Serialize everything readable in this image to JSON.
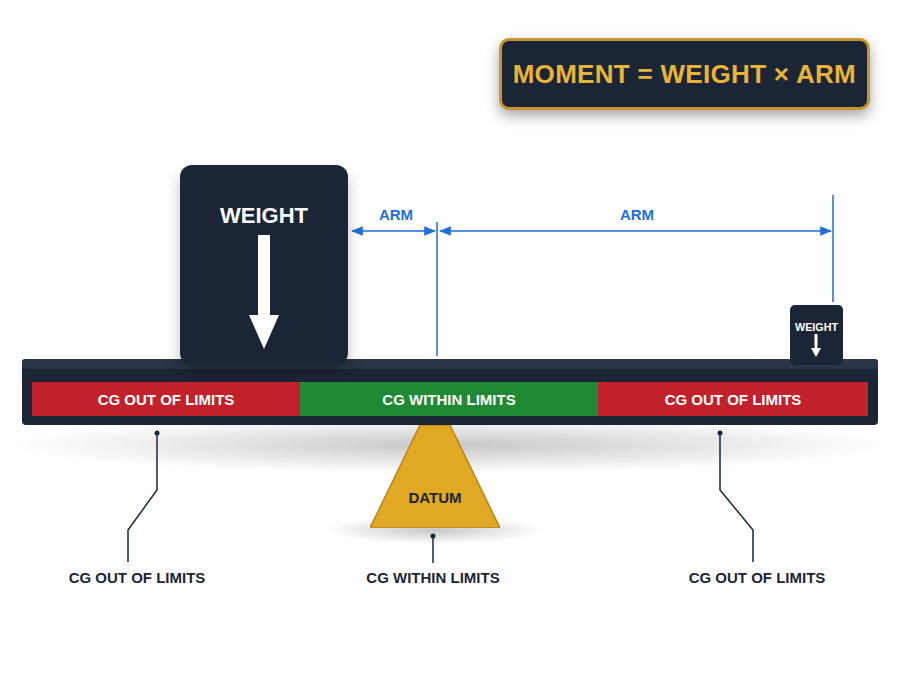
{
  "diagram": {
    "nodes": [
      {
        "text": [
          "MOMENT = WEIGHT × ARM"
        ]
      },
      {
        "text": [
          "WEIGHT"
        ]
      },
      {
        "text": [
          "WEIGHT"
        ]
      },
      {
        "text": [
          "CG OUT OF LIMITS"
        ]
      },
      {
        "text": [
          "CG WITHIN LIMITS"
        ]
      },
      {
        "text": [
          "CG OUT OF LIMITS"
        ]
      },
      {
        "text": [
          "DATUM"
        ]
      }
    ],
    "labels": [
      "ARM",
      "ARM",
      "CG OUT OF LIMITS",
      "CG WITHIN LIMITS",
      "CG OUT OF LIMITS"
    ]
  }
}
